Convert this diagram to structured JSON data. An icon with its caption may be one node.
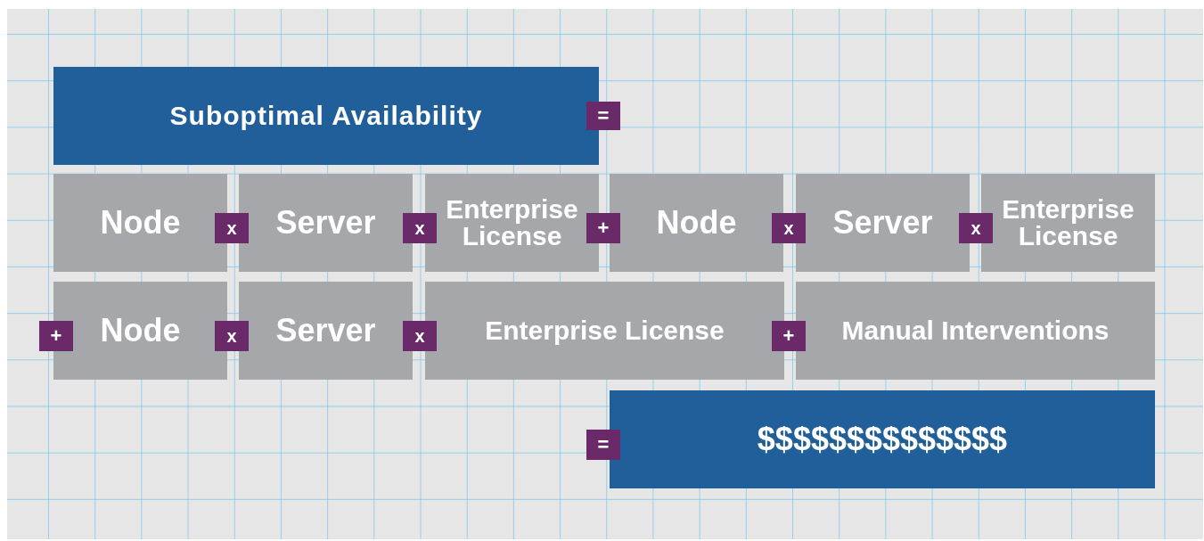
{
  "diagram": {
    "nodes": [
      {
        "text": [
          "Suboptimal Availability"
        ]
      },
      {
        "text": [
          "="
        ]
      },
      {
        "text": [
          "Node"
        ]
      },
      {
        "text": [
          "x"
        ]
      },
      {
        "text": [
          "Server"
        ]
      },
      {
        "text": [
          "x"
        ]
      },
      {
        "text": [
          "Enterprise License"
        ]
      },
      {
        "text": [
          "+"
        ]
      },
      {
        "text": [
          "Node"
        ]
      },
      {
        "text": [
          "x"
        ]
      },
      {
        "text": [
          "Server"
        ]
      },
      {
        "text": [
          "x"
        ]
      },
      {
        "text": [
          "Enterprise License"
        ]
      },
      {
        "text": [
          "+"
        ]
      },
      {
        "text": [
          "Node"
        ]
      },
      {
        "text": [
          "x"
        ]
      },
      {
        "text": [
          "Server"
        ]
      },
      {
        "text": [
          "x"
        ]
      },
      {
        "text": [
          "Enterprise License"
        ]
      },
      {
        "text": [
          "+"
        ]
      },
      {
        "text": [
          "Manual Interventions"
        ]
      },
      {
        "text": [
          "="
        ]
      },
      {
        "text": [
          "$$$$$$$$$$$$$$"
        ]
      }
    ]
  }
}
